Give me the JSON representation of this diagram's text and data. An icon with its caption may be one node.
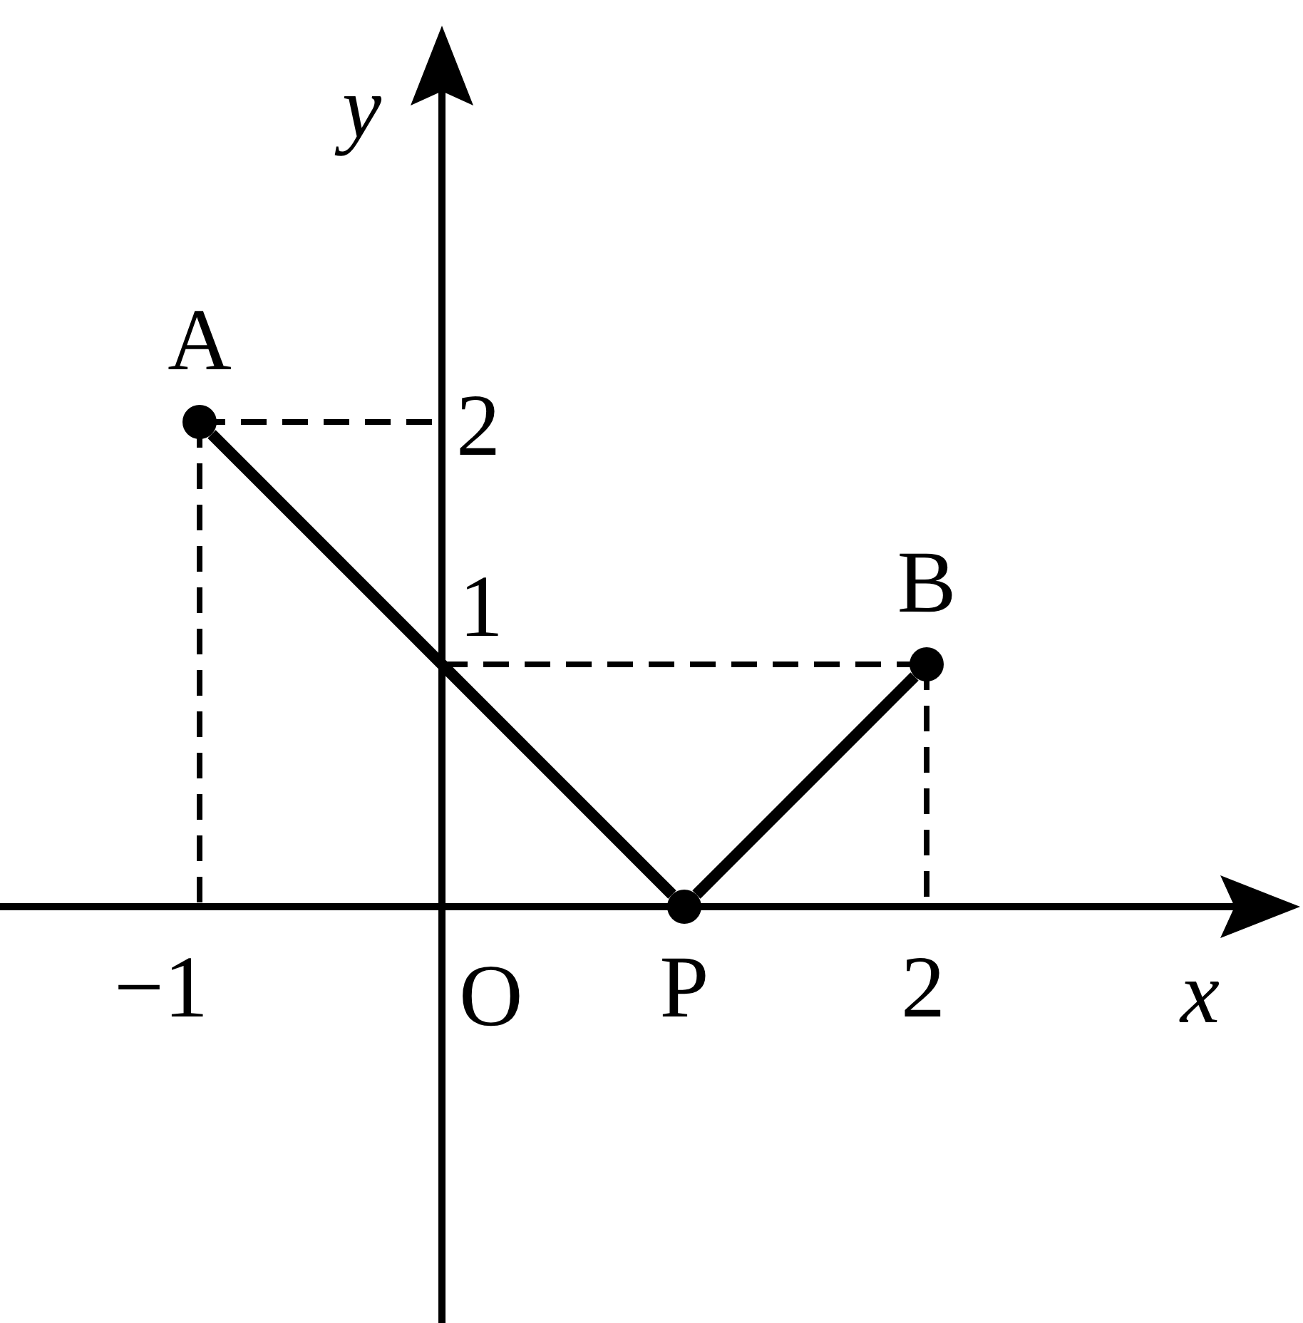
{
  "diagram": {
    "nodes": [
      {
        "text": [
          "A"
        ]
      },
      {
        "text": [
          "B"
        ]
      },
      {
        "text": [
          "P"
        ]
      }
    ],
    "edges": [
      {
        "from": 0,
        "to": 2,
        "arrow": "none"
      },
      {
        "from": 2,
        "to": 1,
        "arrow": "none"
      }
    ],
    "labels": [
      "y",
      "2",
      "1",
      "−1",
      "O",
      "2",
      "x"
    ]
  }
}
